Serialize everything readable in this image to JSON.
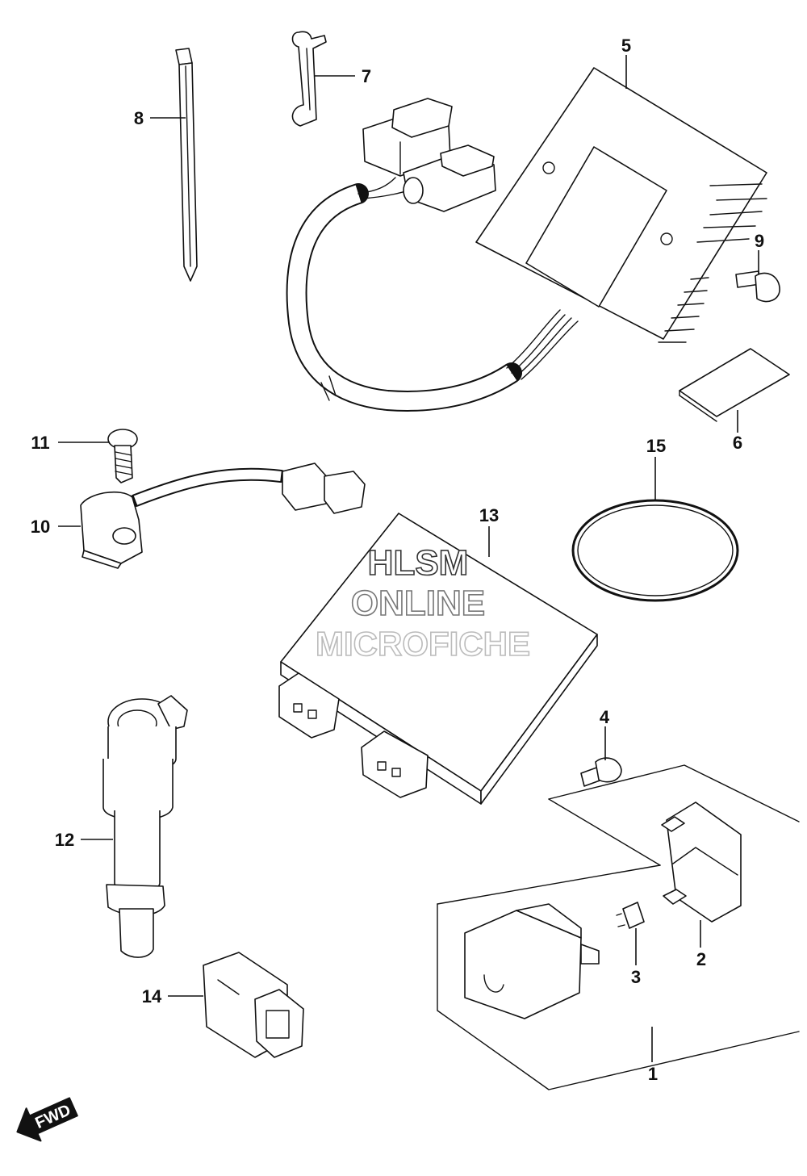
{
  "callouts": [
    {
      "id": "1",
      "label": "1"
    },
    {
      "id": "2",
      "label": "2"
    },
    {
      "id": "3",
      "label": "3"
    },
    {
      "id": "4",
      "label": "4"
    },
    {
      "id": "5",
      "label": "5"
    },
    {
      "id": "6",
      "label": "6"
    },
    {
      "id": "7",
      "label": "7"
    },
    {
      "id": "8",
      "label": "8"
    },
    {
      "id": "9",
      "label": "9"
    },
    {
      "id": "10",
      "label": "10"
    },
    {
      "id": "11",
      "label": "11"
    },
    {
      "id": "12",
      "label": "12"
    },
    {
      "id": "13",
      "label": "13"
    },
    {
      "id": "14",
      "label": "14"
    },
    {
      "id": "15",
      "label": "15"
    }
  ],
  "watermark": {
    "line1": "HLSM",
    "line2": "ONLINE",
    "line3": "MICROFICHE"
  },
  "direction_badge": {
    "label": "FWD",
    "icon": "fwd-arrow-icon"
  }
}
